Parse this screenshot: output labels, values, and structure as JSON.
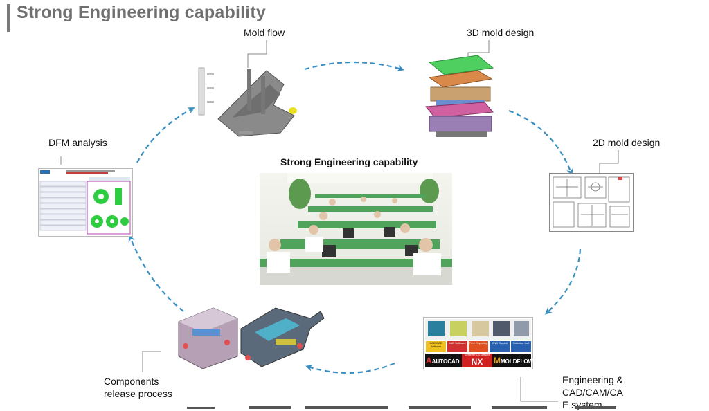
{
  "title": "Strong Engineering capability",
  "center": {
    "title": "Strong Engineering capability"
  },
  "stages": {
    "mold_flow": "Mold flow",
    "mold_3d": "3D mold design",
    "mold_2d": "2D mold design",
    "dfm": "DFM analysis",
    "components": [
      "Components",
      "release process"
    ],
    "cad": [
      "Engineering &",
      "CAD/CAM/CA",
      "E system"
    ]
  },
  "software": {
    "tiles": [
      "CAD/CAE Software",
      "CAE Software",
      "Free Reporting",
      "CNC Control",
      "Machine tool"
    ],
    "brands": [
      "AUTOCAD",
      "NX",
      "MOLDFLOW"
    ],
    "nx_caption": "Siemens PLM Software"
  },
  "colors": {
    "arrow": "#3a8fc2",
    "title": "#6f6f6f",
    "accent_green": "#2ecc40",
    "accent_red": "#c0392b"
  }
}
